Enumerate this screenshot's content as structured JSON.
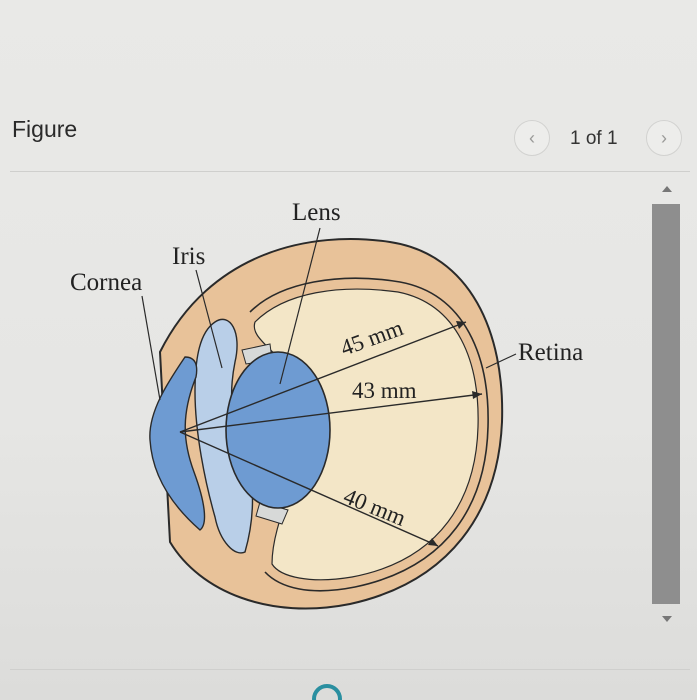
{
  "panel": {
    "title": "Figure",
    "counter": "1 of 1",
    "prev_icon": "chevron-left-icon",
    "next_icon": "chevron-right-icon"
  },
  "figure": {
    "labels": {
      "lens": "Lens",
      "iris": "Iris",
      "cornea": "Cornea",
      "retina": "Retina"
    },
    "dimensions": {
      "d45": "45 mm",
      "d43": "43 mm",
      "d40": "40 mm"
    },
    "colors": {
      "sclera": "#e8c299",
      "vitreous": "#f3e6c7",
      "cornea": "#6e9bd2",
      "iris": "#b9cfe8",
      "lens": "#6e9bd2",
      "outline": "#2a2a2a"
    }
  }
}
